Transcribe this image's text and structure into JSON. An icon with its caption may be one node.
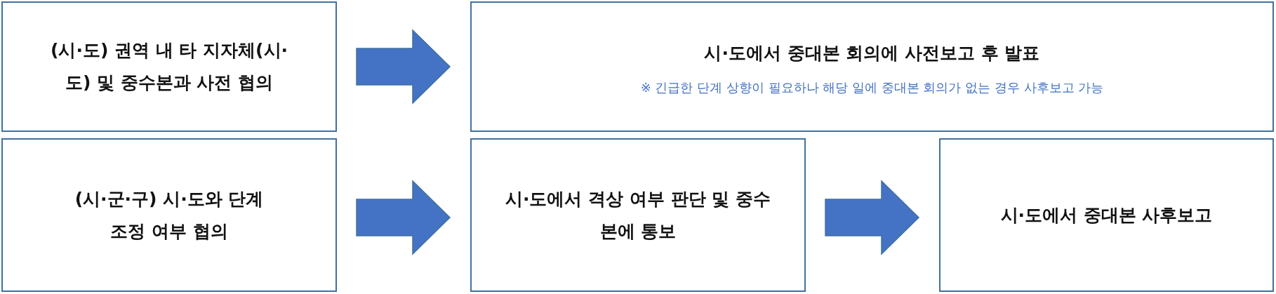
{
  "diagram": {
    "nodes": [
      {
        "text": [
          "(시·도) 권역 내 타 지자체(시·도) 및 중수본과 사전 협의"
        ]
      },
      {
        "text": [
          "시·도에서 중대본 회의에 사전보고 후 발표",
          "※ 긴급한 단계 상향이 필요하나 해당 일에 중대본 회의가 없는 경우 사후보고 가능"
        ]
      },
      {
        "text": [
          "(시·군·구) 시·도와 단계 조정 여부 협의"
        ]
      },
      {
        "text": [
          "시·도에서 격상 여부 판단 및 중수본에 통보"
        ]
      },
      {
        "text": [
          "시·도에서 중대본 사후보고"
        ]
      }
    ],
    "edges": [
      {
        "from": 0,
        "to": 1,
        "arrow": "to",
        "style": "thick"
      },
      {
        "from": 2,
        "to": 3,
        "arrow": "to",
        "style": "thick"
      },
      {
        "from": 3,
        "to": 4,
        "arrow": "to",
        "style": "thick"
      }
    ]
  }
}
